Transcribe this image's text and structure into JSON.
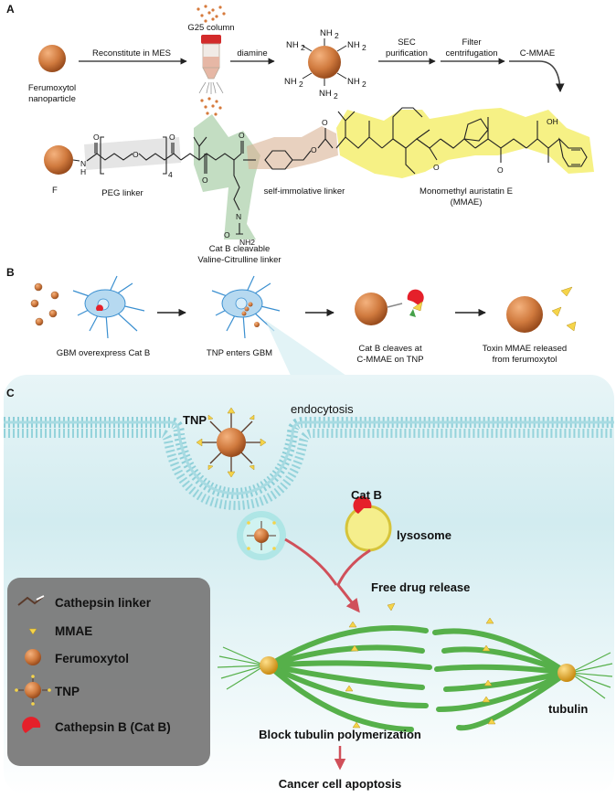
{
  "panels": {
    "a": "A",
    "b": "B",
    "c": "C"
  },
  "panel_a": {
    "start_label_1": "Ferumoxytol",
    "start_label_2": "nanoparticle",
    "step_reconstitute": "Reconstitute in MES",
    "column_label": "G25 column",
    "step_diamine": "diamine",
    "nh2": "NH",
    "nh2_sub": "2",
    "step_sec_1": "SEC",
    "step_sec_2": "purification",
    "step_filter_1": "Filter",
    "step_filter_2": "centrifugation",
    "step_cmmae": "C-MMAE",
    "f_label": "F",
    "h_atom": "H",
    "n_atom": "N",
    "o_atom": "O",
    "oh_label": "OH",
    "subscript_4": "4",
    "nh2_urea": "NH2",
    "peg_label": "PEG linker",
    "self_immolative_label": "self-immolative linker",
    "mmae_label_1": "Monomethyl auristatin E",
    "mmae_label_2": "(MMAE)",
    "cleavable_label_1": "Cat B cleavable",
    "cleavable_label_2": "Valine-Citrulline linker"
  },
  "panel_b": {
    "step1": "GBM overexpress Cat B",
    "step2": "TNP enters GBM",
    "step3_1": "Cat B cleaves at",
    "step3_2": "C-MMAE on TNP",
    "step4_1": "Toxin MMAE released",
    "step4_2": "from ferumoxytol"
  },
  "panel_c": {
    "tnp_label": "TNP",
    "endocytosis": "endocytosis",
    "catb_label": "Cat B",
    "lysosome": "lysosome",
    "free_drug": "Free drug release",
    "tubulin": "tubulin",
    "block": "Block tubulin polymerization",
    "apoptosis": "Cancer cell apoptosis"
  },
  "legend": {
    "items": [
      {
        "icon": "cathepsin-linker-icon",
        "label": "Cathepsin linker"
      },
      {
        "icon": "mmae-icon",
        "label": "MMAE"
      },
      {
        "icon": "ferumoxytol-icon",
        "label": "Ferumoxytol"
      },
      {
        "icon": "tnp-icon",
        "label": "TNP"
      },
      {
        "icon": "cathepsin-b-icon",
        "label": "Cathepsin B (Cat B)"
      }
    ]
  },
  "colors": {
    "nanoparticle": "#c8703a",
    "mmae_highlight": "#f3ec5c",
    "valcit_highlight": "#9bc79a",
    "self_immolative_highlight": "#d9b394",
    "peg_highlight": "#cfcfcf",
    "cell_membrane": "#9fd6dd",
    "tubulin": "#56b04a",
    "cat_b": "#e5202a",
    "lysosome": "#f5ee8c",
    "arrow_red": "#d0505a",
    "legend_bg": "#7a7a7a"
  }
}
